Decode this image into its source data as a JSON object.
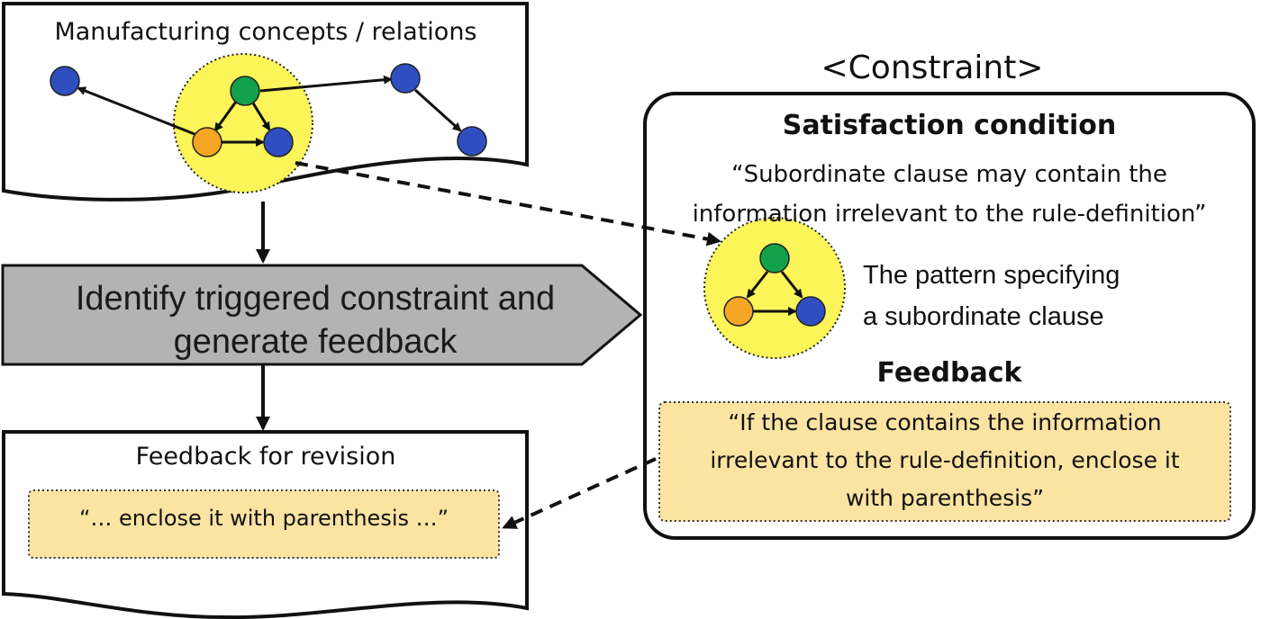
{
  "doc_top": {
    "title": "Manufacturing concepts / relations"
  },
  "process": {
    "label_lines": [
      "Identify triggered constraint and",
      "generate feedback"
    ]
  },
  "constraint": {
    "heading": "<Constraint>",
    "satisfaction_title": "Satisfaction condition",
    "satisfaction_quote_lines": [
      "“Subordinate clause may contain the",
      "information irrelevant to the rule-definition”"
    ],
    "pattern_label_lines": [
      "The pattern specifying",
      "a subordinate clause"
    ],
    "feedback_title": "Feedback",
    "feedback_quote_lines": [
      "“If the clause contains the  information",
      "irrelevant to the rule-definition, enclose it",
      "with parenthesis”"
    ]
  },
  "doc_bottom": {
    "title": "Feedback for revision",
    "quote": "“… enclose it with parenthesis …”"
  },
  "colors": {
    "node_blue": "#2f4fc0",
    "node_green": "#13a04a",
    "node_orange": "#f5a623",
    "highlight_yellow": "#fbf55a",
    "note_fill": "#fbe3a2",
    "process_fill": "#b3b3b3"
  }
}
